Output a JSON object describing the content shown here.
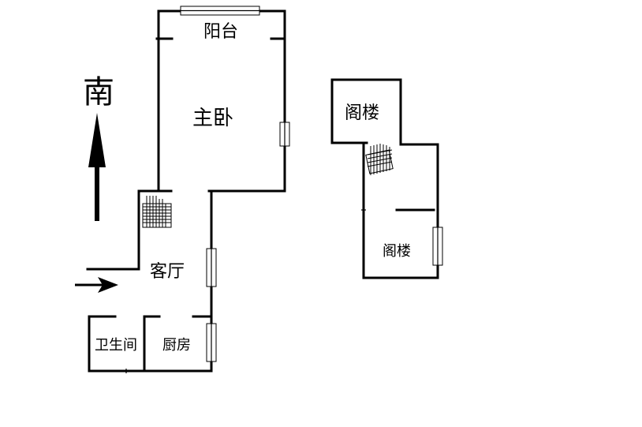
{
  "floorplan": {
    "compass": {
      "label": "南"
    },
    "rooms": {
      "balcony": "阳台",
      "master_bedroom": "主卧",
      "living_room": "客厅",
      "bathroom": "卫生间",
      "kitchen": "厨房",
      "attic_upper": "阁楼",
      "attic_lower": "阁楼"
    }
  }
}
